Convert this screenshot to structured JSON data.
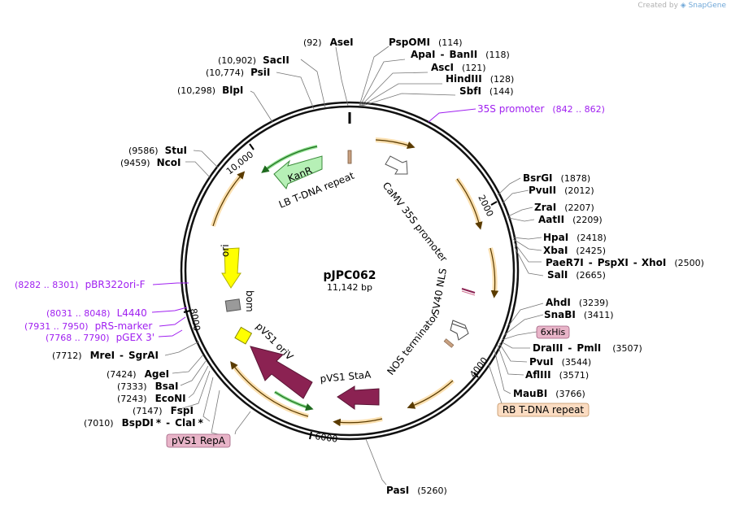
{
  "credit": {
    "prefix": "Created by",
    "brand": "SnapGene"
  },
  "plasmid": {
    "name": "pJPC062",
    "size": "11,142 bp"
  },
  "ticks": [
    {
      "label": "2000"
    },
    {
      "label": "4000"
    },
    {
      "label": "6000"
    },
    {
      "label": "8000"
    },
    {
      "label": "10,000"
    }
  ],
  "enzymes": [
    {
      "pos": "(92)",
      "name": "AseI"
    },
    {
      "name": "PspOMI",
      "pos": "(114)"
    },
    {
      "name": "ApaI",
      "sep": "-",
      "name2": "BanII",
      "pos": "(118)"
    },
    {
      "name": "AscI",
      "pos": "(121)"
    },
    {
      "name": "HindIII",
      "pos": "(128)"
    },
    {
      "name": "SbfI",
      "pos": "(144)"
    },
    {
      "pos": "(10,902)",
      "name": "SacII"
    },
    {
      "pos": "(10,774)",
      "name": "PsiI"
    },
    {
      "pos": "(10,298)",
      "name": "BlpI"
    },
    {
      "pos": "(9586)",
      "name": "StuI"
    },
    {
      "pos": "(9459)",
      "name": "NcoI"
    },
    {
      "name": "BsrGI",
      "pos": "(1878)"
    },
    {
      "name": "PvuII",
      "pos": "(2012)"
    },
    {
      "name": "ZraI",
      "pos": "(2207)"
    },
    {
      "name": "AatII",
      "pos": "(2209)"
    },
    {
      "name": "HpaI",
      "pos": "(2418)"
    },
    {
      "name": "XbaI",
      "pos": "(2425)"
    },
    {
      "name": "PaeR7I",
      "sep": "-",
      "name2": "PspXI",
      "sep2": "-",
      "name3": "XhoI",
      "pos": "(2500)"
    },
    {
      "name": "SalI",
      "pos": "(2665)"
    },
    {
      "name": "AhdI",
      "pos": "(3239)"
    },
    {
      "name": "SnaBI",
      "pos": "(3411)"
    },
    {
      "name": "DraIII",
      "sep": "-",
      "name2": "PmlI",
      "pos": "(3507)"
    },
    {
      "name": "PvuI",
      "pos": "(3544)"
    },
    {
      "name": "AflIII",
      "pos": "(3571)"
    },
    {
      "name": "MauBI",
      "pos": "(3766)"
    },
    {
      "name": "PasI",
      "pos": "(5260)"
    },
    {
      "pos": "(7712)",
      "name": "MreI",
      "sep": "-",
      "name2": "SgrAI"
    },
    {
      "pos": "(7424)",
      "name": "AgeI"
    },
    {
      "pos": "(7333)",
      "name": "BsaI"
    },
    {
      "pos": "(7243)",
      "name": "EcoNI"
    },
    {
      "pos": "(7147)",
      "name": "FspI"
    },
    {
      "pos": "(7010)",
      "name": "BspDI",
      "star": "*",
      "sep": "-",
      "name2": "ClaI",
      "star2": "*"
    }
  ],
  "primers": [
    {
      "name": "35S promoter",
      "pos": "(842 .. 862)"
    },
    {
      "pos": "(8282 .. 8301)",
      "name": "pBR322ori-F"
    },
    {
      "pos": "(8031 .. 8048)",
      "name": "L4440"
    },
    {
      "pos": "(7931 .. 7950)",
      "name": "pRS-marker"
    },
    {
      "pos": "(7768 .. 7790)",
      "name": "pGEX 3'"
    }
  ],
  "boxed_features": [
    {
      "name": "6xHis",
      "color": "#e8b4c8"
    },
    {
      "name": "RB T-DNA repeat",
      "color": "#fbdcc2"
    },
    {
      "name": "pVS1 RepA",
      "color": "#e8b4c8"
    }
  ],
  "inner_features": [
    {
      "name": "KanR",
      "color": "#b6f0b6"
    },
    {
      "name": "LB T-DNA repeat"
    },
    {
      "name": "CaMV 35S promoter"
    },
    {
      "name": "ori",
      "color": "#ffff00"
    },
    {
      "name": "bom"
    },
    {
      "name": "SV40 NLS"
    },
    {
      "name": "pVS1 oriV"
    },
    {
      "name": "pVS1 StaA"
    },
    {
      "name": "NOS terminator"
    }
  ],
  "colors": {
    "pvs1": "#8b2252",
    "ori": "#ffff00",
    "kanr": "#b6f0b6",
    "orf": "#f5a623",
    "primer": "#a020f0"
  }
}
